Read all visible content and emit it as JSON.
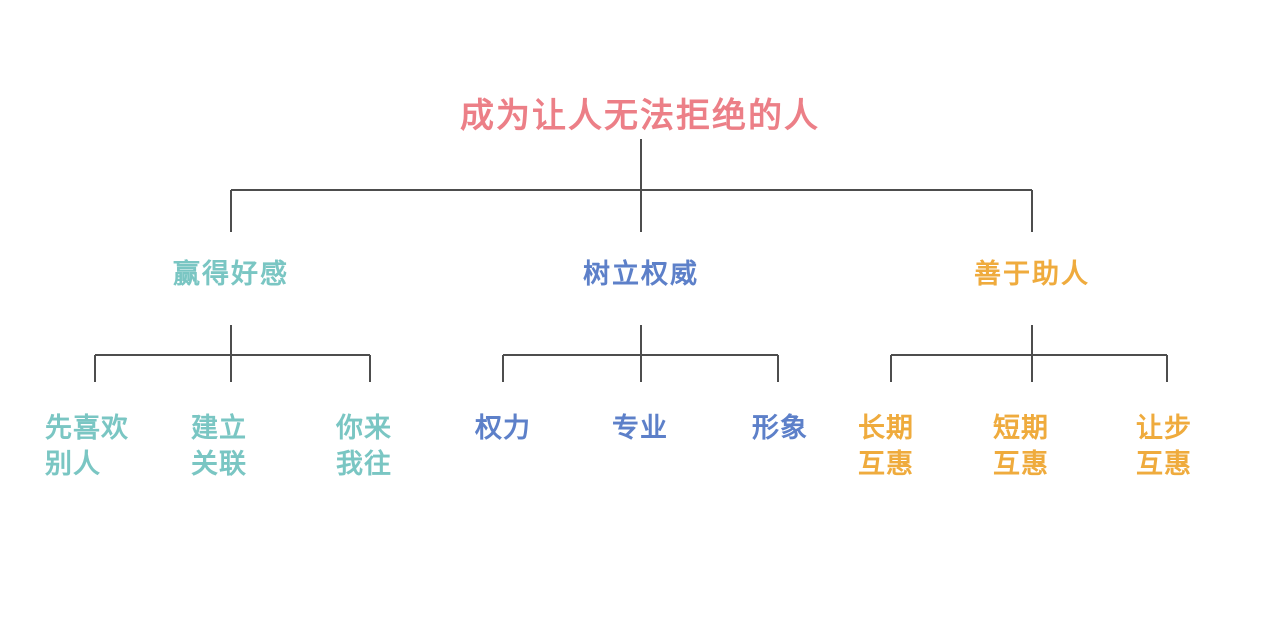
{
  "diagram": {
    "type": "tree-mindmap",
    "background_color": "#ffffff",
    "line_color": "#4d4d4d",
    "root": {
      "label": "成为让人无法拒绝的人",
      "color": "#ec7f87"
    },
    "branches": [
      {
        "label": "赢得好感",
        "color": "#7ac6c3",
        "children": [
          {
            "line1": "先喜欢",
            "line2": "别人"
          },
          {
            "line1": "建立",
            "line2": "关联"
          },
          {
            "line1": "你来",
            "line2": "我往"
          }
        ]
      },
      {
        "label": "树立权威",
        "color": "#5d80c9",
        "children": [
          {
            "line1": "权力",
            "line2": ""
          },
          {
            "line1": "专业",
            "line2": ""
          },
          {
            "line1": "形象",
            "line2": ""
          }
        ]
      },
      {
        "label": "善于助人",
        "color": "#efab3d",
        "children": [
          {
            "line1": "长期",
            "line2": "互惠"
          },
          {
            "line1": "短期",
            "line2": "互惠"
          },
          {
            "line1": "让步",
            "line2": "互惠"
          }
        ]
      }
    ]
  }
}
